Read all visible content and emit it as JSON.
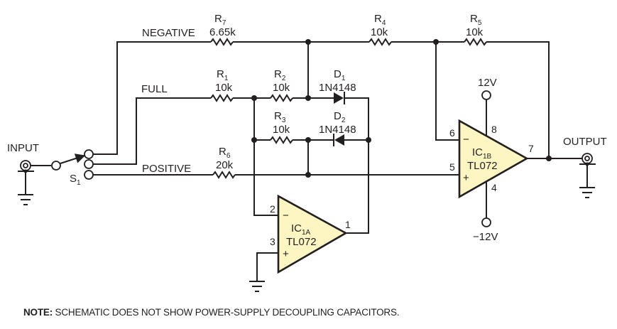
{
  "colors": {
    "wire": "#231f20",
    "opamp_fill": "#fdf6c3",
    "background": "#ffffff"
  },
  "connectors": {
    "input_label": "INPUT",
    "output_label": "OUTPUT"
  },
  "switch": {
    "name": "S",
    "sub": "1",
    "positions": [
      "NEGATIVE",
      "FULL",
      "POSITIVE"
    ]
  },
  "resistors": [
    {
      "id": "R7",
      "name": "R",
      "sub": "7",
      "value": "6.65k"
    },
    {
      "id": "R4",
      "name": "R",
      "sub": "4",
      "value": "10k"
    },
    {
      "id": "R5",
      "name": "R",
      "sub": "5",
      "value": "10k"
    },
    {
      "id": "R1",
      "name": "R",
      "sub": "1",
      "value": "10k"
    },
    {
      "id": "R2",
      "name": "R",
      "sub": "2",
      "value": "10k"
    },
    {
      "id": "R3",
      "name": "R",
      "sub": "3",
      "value": "10k"
    },
    {
      "id": "R6",
      "name": "R",
      "sub": "6",
      "value": "20k"
    }
  ],
  "diodes": [
    {
      "id": "D1",
      "name": "D",
      "sub": "1",
      "part": "1N4148"
    },
    {
      "id": "D2",
      "name": "D",
      "sub": "2",
      "part": "1N4148"
    }
  ],
  "opamps": [
    {
      "id": "IC1A",
      "name": "IC",
      "sub": "1A",
      "part": "TL072",
      "pins": {
        "inv": "2",
        "noninv": "3",
        "out": "1"
      },
      "inv_sign": "−",
      "noninv_sign": "+"
    },
    {
      "id": "IC1B",
      "name": "IC",
      "sub": "1B",
      "part": "TL072",
      "pins": {
        "inv": "6",
        "noninv": "5",
        "out": "7",
        "vpos": "8",
        "vneg": "4"
      },
      "inv_sign": "−",
      "noninv_sign": "+"
    }
  ],
  "supplies": {
    "positive": "12V",
    "negative": "−12V"
  },
  "note": {
    "prefix": "NOTE:",
    "text": " SCHEMATIC DOES NOT SHOW POWER-SUPPLY DECOUPLING CAPACITORS."
  }
}
